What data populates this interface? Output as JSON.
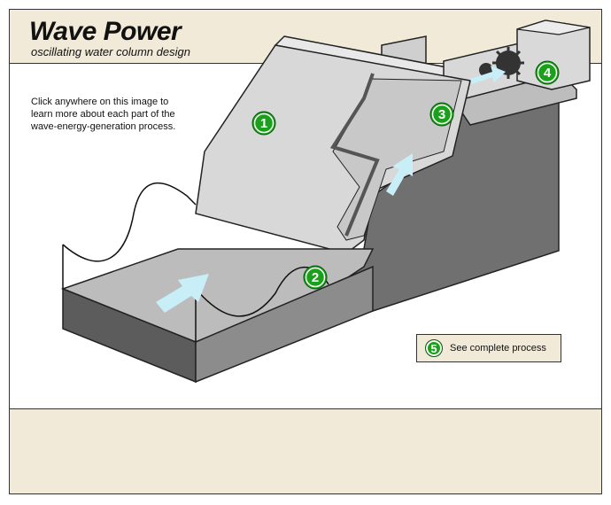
{
  "header": {
    "title": "Wave Power",
    "subtitle": "oscillating water column design"
  },
  "instructions": "Click anywhere on this image to\nlearn more about each part of the\nwave-energy-generation process.",
  "diagram": {
    "badges": [
      {
        "id": "1",
        "label": "1"
      },
      {
        "id": "2",
        "label": "2"
      },
      {
        "id": "3",
        "label": "3"
      },
      {
        "id": "4",
        "label": "4"
      }
    ],
    "colors": {
      "badge_green": "#1aa01a",
      "water_flow": "#c8eef8",
      "concrete_light": "#d8d8d8",
      "concrete_dark": "#6e6e6e",
      "background_band": "#f1ead8"
    }
  },
  "process_button": {
    "number": "5",
    "label": "See complete process"
  },
  "footer": {
    "text": ""
  }
}
